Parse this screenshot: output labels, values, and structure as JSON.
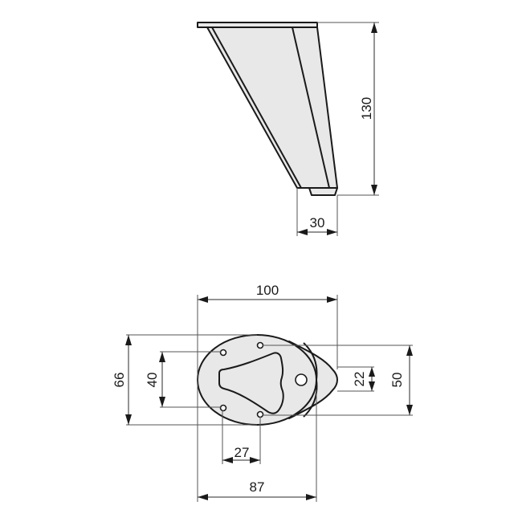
{
  "drawing": {
    "title": "Furniture leg technical drawing",
    "colors": {
      "line": "#1a1a1a",
      "fill": "#e8e8e8",
      "background": "#ffffff"
    },
    "side_view": {
      "dimensions": {
        "height": "130",
        "foot_width": "30"
      }
    },
    "top_view": {
      "dimensions": {
        "overall_length": "100",
        "plate_length": "87",
        "overall_width": "66",
        "hole_spacing_y_inner": "40",
        "hole_spacing_y_outer": "50",
        "tip_width": "22",
        "hole_spacing_x": "27"
      }
    }
  }
}
